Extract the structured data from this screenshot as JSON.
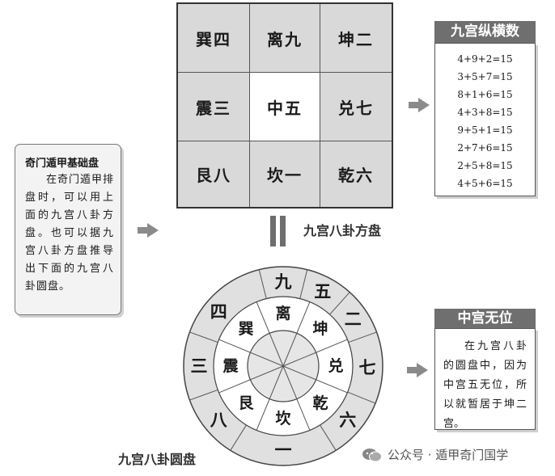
{
  "square_board": {
    "caption": "九宫八卦方盘",
    "cells": [
      "巽四",
      "离九",
      "坤二",
      "震三",
      "中五",
      "兑七",
      "艮八",
      "坎一",
      "乾六"
    ]
  },
  "magic_square_panel": {
    "title": "九宫纵横数",
    "equations": [
      "4+9+2=15",
      "3+5+7=15",
      "8+1+6=15",
      "4+3+8=15",
      "9+5+1=15",
      "2+7+6=15",
      "2+5+8=15",
      "4+5+6=15"
    ]
  },
  "left_note": {
    "title": "奇门遁甲基础盘",
    "body": "在奇门遁甲排盘时，可以用上面的九宫八卦方盘。也可以据九宫八卦方盘推导出下面的九宫八卦圆盘。"
  },
  "circle_board": {
    "caption": "九宫八卦圆盘",
    "inner_trigrams": [
      "离",
      "坤",
      "兑",
      "乾",
      "坎",
      "艮",
      "震",
      "巽"
    ],
    "outer_numbers": [
      "九",
      "五",
      "二",
      "七",
      "六",
      "一",
      "八",
      "三",
      "四"
    ]
  },
  "center_panel": {
    "title": "中宫无位",
    "body": "在九宫八卦的圆盘中，因为中宫五无位，所以就暂居于坤二宫。"
  },
  "watermark": {
    "text": "公众号 · 遁甲奇门国学"
  },
  "colors": {
    "cell_gray": "#d9d9d9",
    "panel_title_bg": "#6f6f6f",
    "arrow": "#8a8a8a",
    "ring_gray": "#e0e0e0"
  }
}
